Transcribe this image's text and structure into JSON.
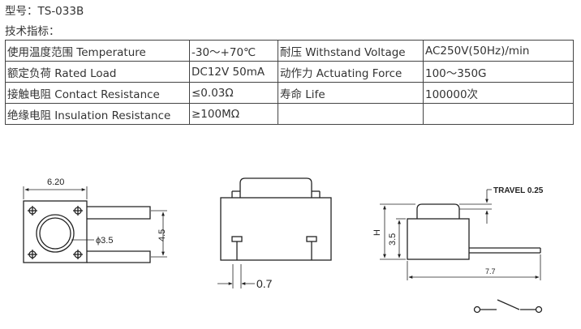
{
  "header": {
    "model_line": "型号：TS-033B",
    "tech_title": "技术指标："
  },
  "specs": [
    [
      "使用温度范围 Temperature",
      "-30～+70℃",
      "耐压 Withstand Voltage",
      "AC250V(50Hz)/min"
    ],
    [
      "额定负荷 Rated Load",
      "DC12V 50mA",
      "动作力 Actuating Force",
      "100～350G"
    ],
    [
      "接触电阻 Contact Resistance",
      "≤0.03Ω",
      "寿命 Life",
      "100000次"
    ],
    [
      "绝缘电阻 Insulation Resistance",
      "≥100MΩ",
      "",
      ""
    ]
  ],
  "drawing": {
    "width_dim": "6.20",
    "diameter_dim": "ϕ3.5",
    "height_dim": "4.5",
    "pin_dim": "0.7",
    "travel_label": "TRAVEL 0.25",
    "h_label": "H",
    "body_height_dim": "3.5",
    "length_dim": "7.7"
  }
}
